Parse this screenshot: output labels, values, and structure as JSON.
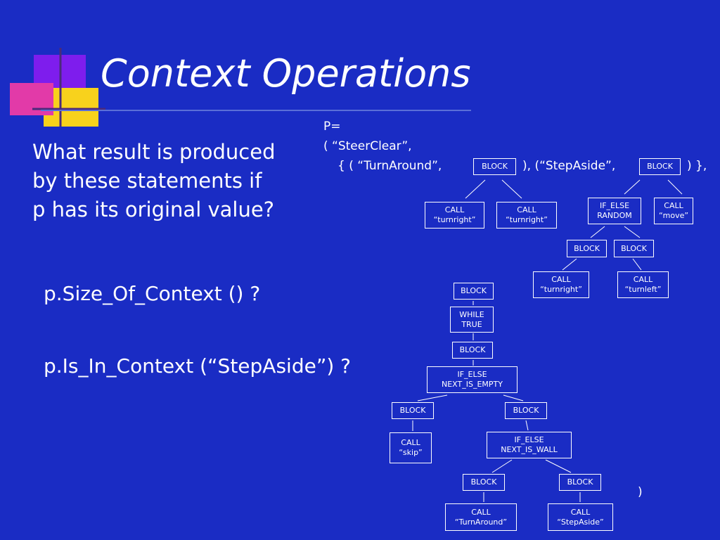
{
  "slide": {
    "title": "Context Operations",
    "question_lines": [
      "What result is produced",
      "by these statements if",
      "p has its original value?"
    ],
    "statements": [
      "p.Size_Of_Context () ?",
      "p.Is_In_Context (“StepAside”) ?"
    ],
    "decoration_colors": {
      "violet": "#8a1cf2",
      "magenta": "#e23aa8",
      "yellow": "#f8d21c",
      "line": "#4b2a7a"
    }
  },
  "program": {
    "line1": "P=",
    "line2": "( “SteerClear”,",
    "line3a": "{ ( “TurnAround”,",
    "line3b": "), (“StepAside”,",
    "line3c": ") },",
    "closing": ")"
  },
  "tree_labels": {
    "block": "BLOCK",
    "call": "CALL",
    "turnright": "“turnright”",
    "turnleft": "“turnleft”",
    "move": "“move”",
    "skip": "“skip”",
    "turnaround": "“TurnAround”",
    "stepaside": "“StepAside”",
    "if_else": "IF_ELSE",
    "random": "RANDOM",
    "next_is_empty": "NEXT_IS_EMPTY",
    "next_is_wall": "NEXT_IS_WALL",
    "while": "WHILE",
    "true": "TRUE"
  }
}
